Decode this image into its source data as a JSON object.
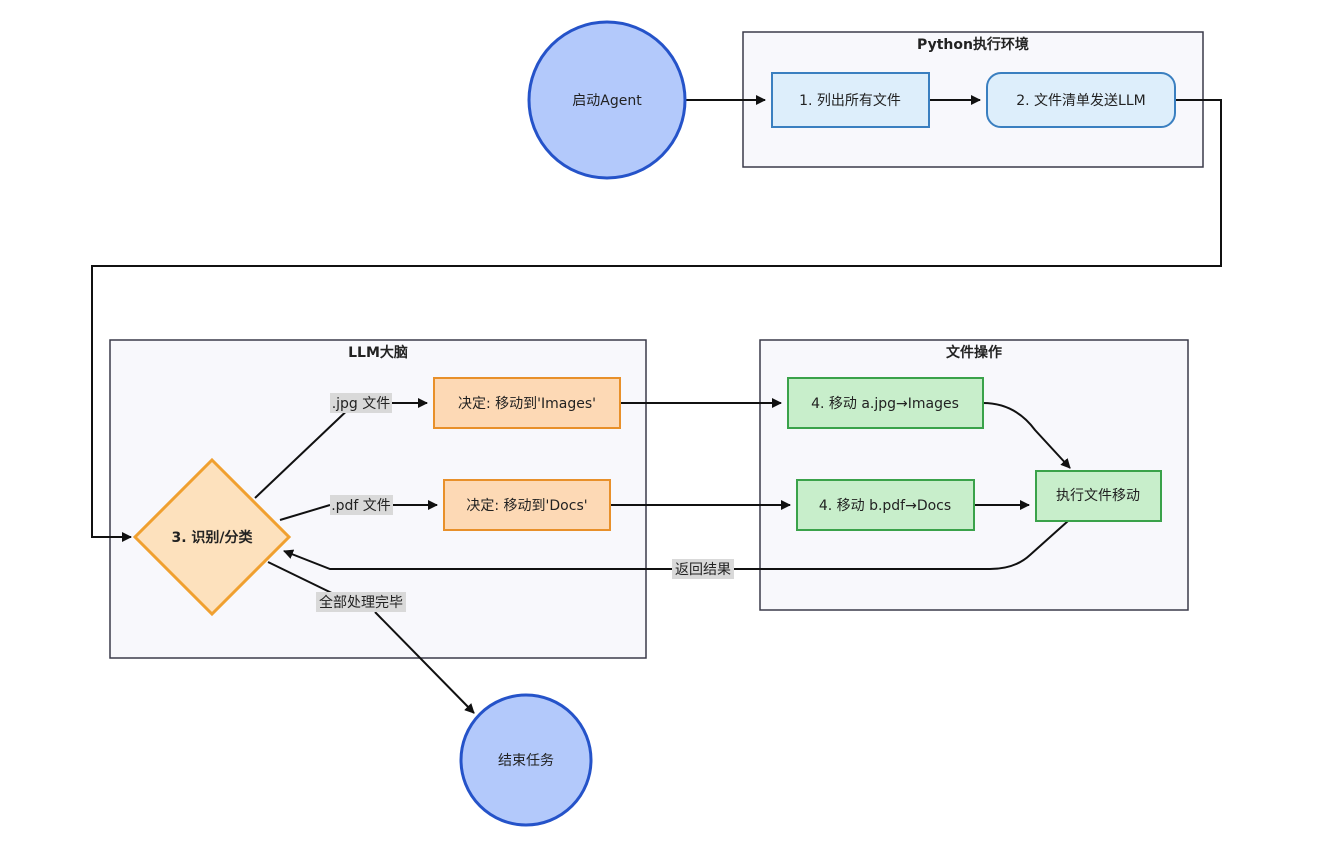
{
  "colors": {
    "cluster_fill": "#f8f8fc",
    "cluster_stroke": "#3a3a4a",
    "circle_fill": "#b3c9fb",
    "circle_stroke": "#2553c9",
    "blue_fill": "#ddeefb",
    "blue_stroke": "#3a7fc0",
    "orange_fill": "#fdd9b5",
    "orange_stroke": "#e8902a",
    "diamond_fill": "#fde1bd",
    "diamond_stroke": "#f0a030",
    "green_fill": "#c8eecb",
    "green_stroke": "#3aa24a",
    "edge": "#111111",
    "edge_label_bg": "#d9d9d9"
  },
  "groups": {
    "python_env": "Python执行环境",
    "llm_brain": "LLM大脑",
    "file_ops": "文件操作"
  },
  "nodes": {
    "start": "启动Agent",
    "list_files": "1. 列出所有文件",
    "send_list": "2. 文件清单发送LLM",
    "classify": "3. 识别/分类",
    "decide_images": "决定: 移动到'Images'",
    "decide_docs": "决定: 移动到'Docs'",
    "move_jpg": "4. 移动 a.jpg→Images",
    "move_pdf": "4. 移动 b.pdf→Docs",
    "exec_move": "执行文件移动",
    "end": "结束任务"
  },
  "edge_labels": {
    "jpg": ".jpg 文件",
    "pdf": ".pdf 文件",
    "return": "返回结果",
    "done": "全部处理完毕"
  }
}
